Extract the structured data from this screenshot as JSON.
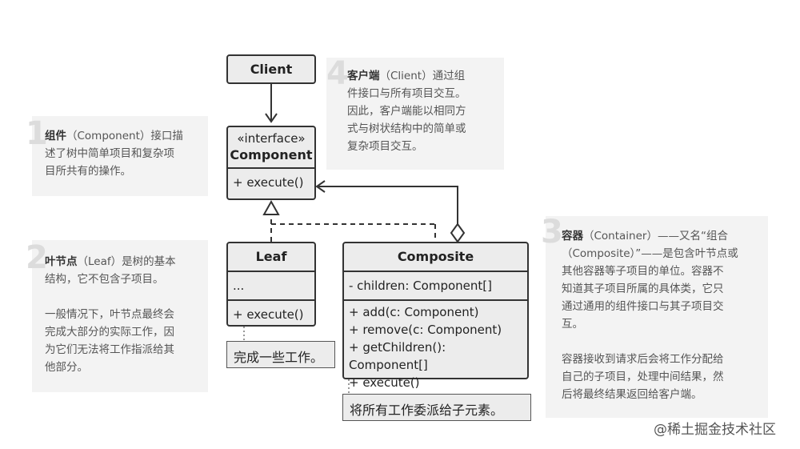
{
  "notes": [
    {
      "num": "1",
      "bold": "组件",
      "text": "（Component）接口描\n述了树中简单项目和复杂项\n目所共有的操作。"
    },
    {
      "num": "2",
      "bold": "叶节点",
      "text": "（Leaf）是树的基本\n结构，它不包含子项目。\n\n一般情况下，叶节点最终会\n完成大部分的实际工作，因\n为它们无法将工作指派给其\n他部分。"
    },
    {
      "num": "3",
      "bold": "容器",
      "text": "（Container）——又名“组合\n（Composite）”——是包含叶节点或\n其他容器等子项目的单位。容器不\n知道其子项目所属的具体类，它只\n通过通用的组件接口与其子项目交\n互。\n\n容器接收到请求后会将工作分配给\n自己的子项目，处理中间结果，然\n后将最终结果返回给客户端。"
    },
    {
      "num": "4",
      "bold": "客户端",
      "text": "（Client）通过组\n件接口与所有项目交互。\n因此，客户端能以相同方\n式与树状结构中的简单或\n复杂项目交互。"
    }
  ],
  "client": {
    "title": "Client"
  },
  "component": {
    "stereotype": "«interface»",
    "title": "Component",
    "method": "+ execute()"
  },
  "leaf": {
    "title": "Leaf",
    "fields": "...",
    "method": "+ execute()"
  },
  "composite": {
    "title": "Composite",
    "field": "- children: Component[]",
    "methods": [
      "+ add(c: Component)",
      "+ remove(c: Component)",
      "+ getChildren(): Component[]",
      "+ execute()"
    ]
  },
  "callouts": {
    "leaf": "完成一些工作。",
    "composite": "将所有工作委派给子元素。"
  },
  "watermark": "@稀土掘金技术社区"
}
